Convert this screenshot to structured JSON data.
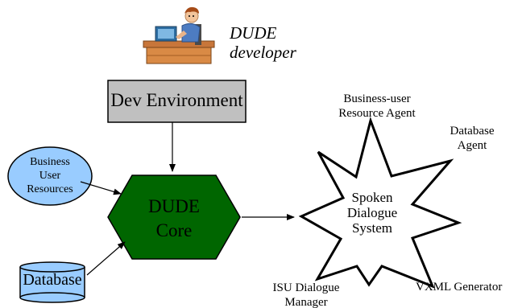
{
  "developer": {
    "icon": "developer-at-desk-icon",
    "label_line1": "DUDE",
    "label_line2": "developer"
  },
  "dev_environment": {
    "label": "Dev Environment",
    "fill": "#c0c0c0"
  },
  "business_user_resources": {
    "line1": "Business",
    "line2": "User",
    "line3": "Resources",
    "fill": "#99ccff"
  },
  "database": {
    "label": "Database",
    "fill": "#99ccff"
  },
  "core": {
    "line1": "DUDE",
    "line2": "Core",
    "fill": "#006600"
  },
  "spoken_dialogue_system": {
    "line1": "Spoken",
    "line2": "Dialogue",
    "line3": "System"
  },
  "agents": {
    "business_user_resource_agent_line1": "Business-user",
    "business_user_resource_agent_line2": "Resource Agent",
    "database_agent_line1": "Database",
    "database_agent_line2": "Agent",
    "isu_dialogue_manager_line1": "ISU Dialogue",
    "isu_dialogue_manager_line2": "Manager",
    "vxml_generator": "VXML Generator"
  }
}
